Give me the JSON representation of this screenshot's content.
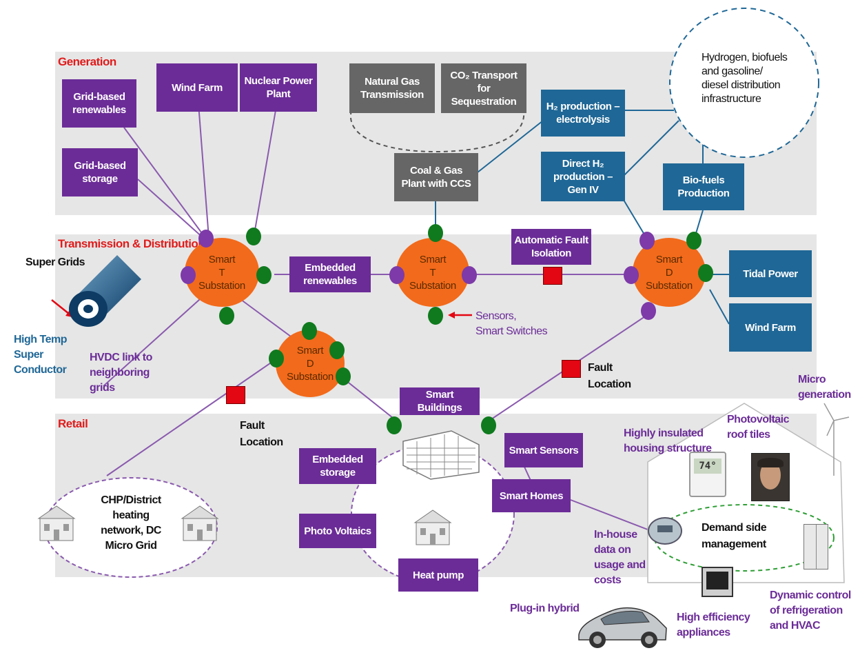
{
  "sections": {
    "generation": "Generation",
    "transmission": "Transmission & Distribution",
    "retail": "Retail"
  },
  "substations": {
    "smart_t_1": "Smart\nT\nSubstation",
    "smart_t_2": "Smart\nT\nSubstation",
    "smart_d_1": "Smart\nD\nSubstation",
    "smart_d_2": "Smart\nD\nSubstation"
  },
  "boxes": {
    "grid_renewables": "Grid-based renewables",
    "wind_farm_gen": "Wind Farm",
    "nuclear": "Nuclear Power Plant",
    "grid_storage": "Grid-based storage",
    "natural_gas": "Natural Gas Transmission",
    "co2_transport": "CO₂ Transport for Sequestration",
    "coal_gas": "Coal & Gas Plant with CCS",
    "h2_electrolysis": "H₂ production – electrolysis",
    "direct_h2": "Direct H₂ production – Gen IV",
    "biofuels": "Bio-fuels Production",
    "embedded_renewables": "Embedded renewables",
    "auto_fault": "Automatic Fault Isolation",
    "tidal": "Tidal Power",
    "wind_farm_td": "Wind Farm",
    "smart_buildings": "Smart Buildings",
    "smart_sensors": "Smart Sensors",
    "smart_homes": "Smart Homes",
    "embedded_storage": "Embedded storage",
    "photo_voltaics": "Photo Voltaics",
    "heat_pump": "Heat pump"
  },
  "labels": {
    "hydrogen_infra": "Hydrogen, biofuels\nand gasoline/\ndiesel distribution\ninfrastructure",
    "super_grids": "Super Grids",
    "high_temp": "High Temp\nSuper\nConductor",
    "hvdc": "HVDC link to\nneighboring\ngrids",
    "sensors": "Sensors,\nSmart Switches",
    "fault_location_1": "Fault\nLocation",
    "fault_location_2": "Fault\nLocation",
    "chp": "CHP/District\nheating\nnetwork, DC\nMicro Grid",
    "micro_generation": "Micro\ngeneration",
    "photovoltaic_tiles": "Photovoltaic\nroof tiles",
    "insulated": "Highly insulated\nhousing structure",
    "demand_side": "Demand side\nmanagement",
    "in_house": "In-house\ndata on\nusage and\ncosts",
    "plugin_hybrid": "Plug-in hybrid",
    "high_efficiency": "High efficiency\nappliances",
    "dynamic_control": "Dynamic control\nof refrigeration\nand HVAC",
    "thermostat_value": "74°"
  },
  "colors": {
    "band": "#e6e6e6",
    "purple": "#6b2c97",
    "gray": "#666666",
    "blue": "#1f6796",
    "orange": "#f26a1b",
    "green": "#0f7a1e",
    "fault_red": "#e30613",
    "section_red": "#e01b1b"
  }
}
